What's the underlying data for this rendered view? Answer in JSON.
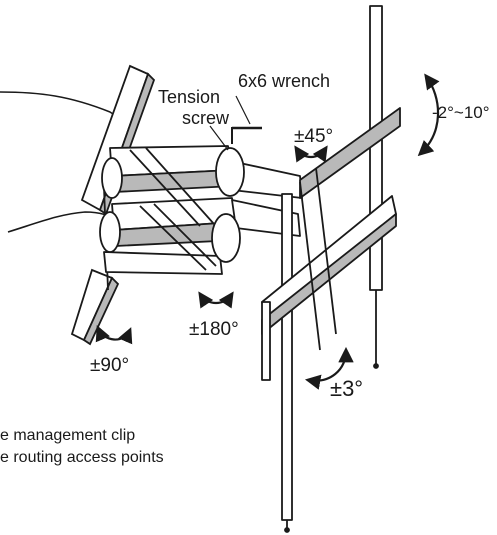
{
  "labels": {
    "tension_line1": "Tension",
    "tension_line2": "screw",
    "wrench": "6x6 wrench",
    "tilt_range": "-2°~10°",
    "swivel_45": "±45°",
    "rotate_180": "±180°",
    "rotate_90": "±90°",
    "level_adjust": "±3°",
    "legend_clip": "e management clip",
    "legend_access": "e routing access points"
  },
  "colors": {
    "ink": "#1a1a1a",
    "background": "#ffffff",
    "highlight": "#b9b9b9"
  },
  "icons": {
    "rotation_arrow": "curved-double-arrow-icon",
    "wrench": "hex-key-icon"
  }
}
